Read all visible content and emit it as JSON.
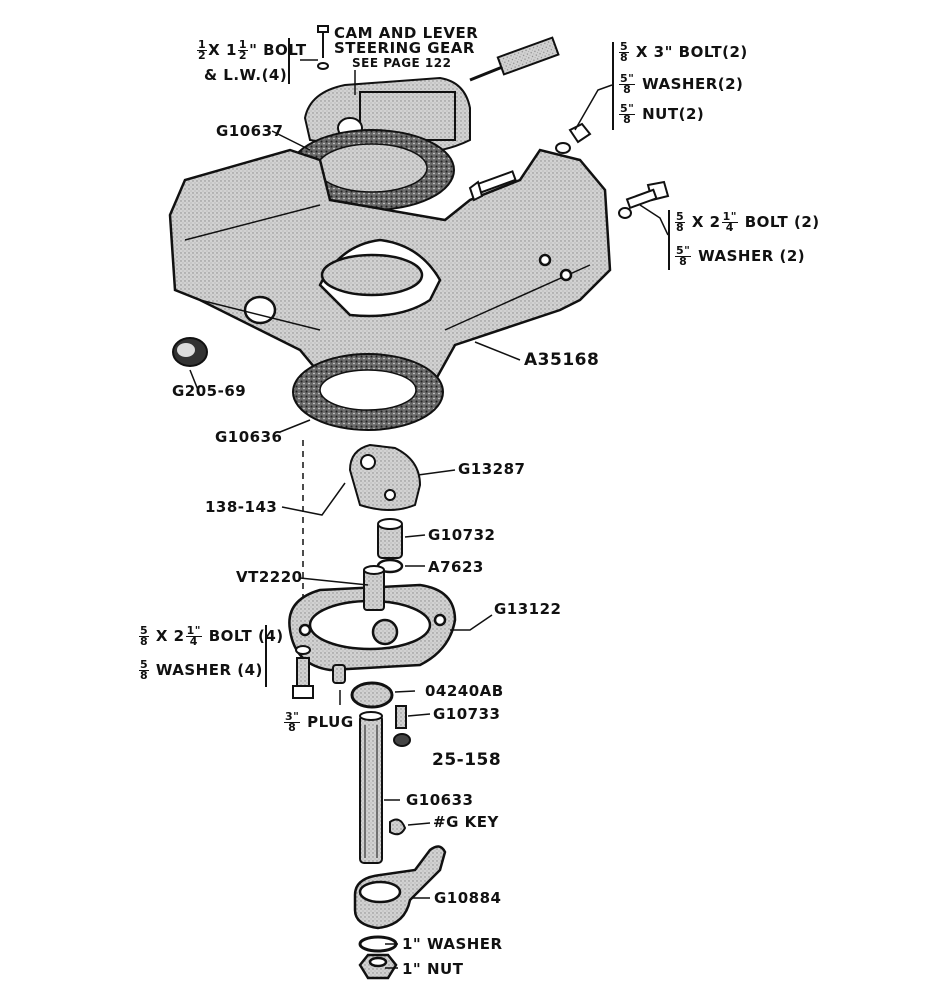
{
  "labels": {
    "top_bolt_frac_a": {
      "num": "1",
      "den": "2"
    },
    "top_bolt_x": "X",
    "top_bolt_whole": "1",
    "top_bolt_frac_b": {
      "num": "1",
      "den": "2"
    },
    "top_bolt_suffix": "\" BOLT",
    "top_bolt_lw": "& L.W.(4)",
    "cam_line1": "CAM AND LEVER",
    "cam_line2": "STEERING GEAR",
    "cam_line3": "SEE PAGE 122",
    "g10637": "G10637",
    "rt_bolt_frac": {
      "num": "5",
      "den": "8"
    },
    "rt_bolt_text": "X 3\" BOLT(2)",
    "rt_washer_frac": {
      "num": "5\"",
      "den": "8"
    },
    "rt_washer_text": "WASHER(2)",
    "rt_nut_frac": {
      "num": "5\"",
      "den": "8"
    },
    "rt_nut_text": "NUT(2)",
    "rb_bolt_frac": {
      "num": "5",
      "den": "8"
    },
    "rb_bolt_x": "X 2",
    "rb_bolt_frac2": {
      "num": "1\"",
      "den": "4"
    },
    "rb_bolt_text": "BOLT (2)",
    "rb_washer_frac": {
      "num": "5\"",
      "den": "8"
    },
    "rb_washer_text": "WASHER (2)",
    "a35168": "A35168",
    "g205_69": "G205-69",
    "g10636": "G10636",
    "g13287": "G13287",
    "p138_143": "138-143",
    "g10732": "G10732",
    "a7623": "A7623",
    "vt2220": "VT2220",
    "g13122": "G13122",
    "lb_bolt_frac": {
      "num": "5",
      "den": "8"
    },
    "lb_bolt_x": "X 2",
    "lb_bolt_frac2": {
      "num": "1\"",
      "den": "4"
    },
    "lb_bolt_text": "BOLT (4)",
    "lb_washer_frac": {
      "num": "5",
      "den": "8"
    },
    "lb_washer_text": "WASHER (4)",
    "o4240ab": "04240AB",
    "g10733": "G10733",
    "plug_frac": {
      "num": "3\"",
      "den": "8"
    },
    "plug_text": "PLUG",
    "p25_158": "25-158",
    "g10633": "G10633",
    "g_key": "#G KEY",
    "g10884": "G10884",
    "washer_1": "1\" WASHER",
    "nut_1": "1\" NUT"
  },
  "colors": {
    "ink": "#111111",
    "paper": "#ffffff",
    "shade": "#b9b9b9",
    "gasket": "#555555"
  }
}
